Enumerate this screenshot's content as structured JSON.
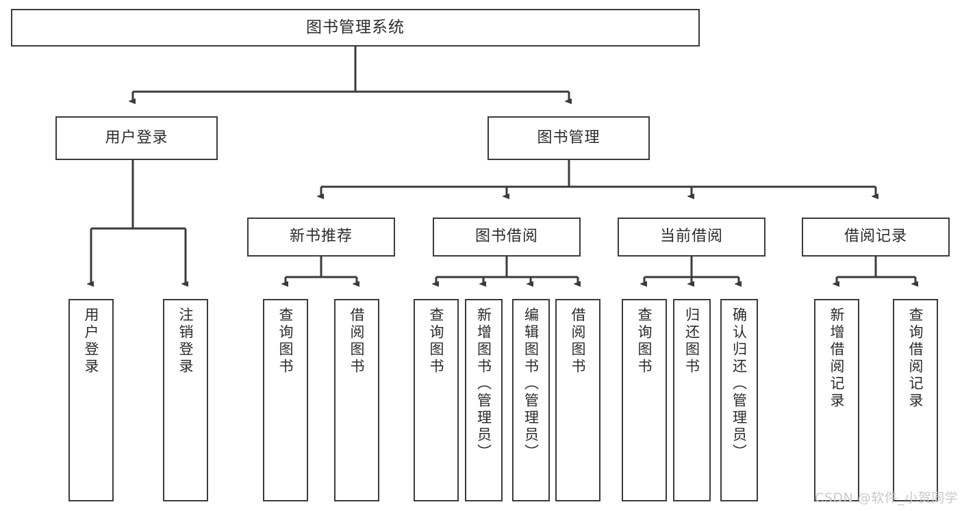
{
  "diagram": {
    "title": "图书管理系统",
    "type": "tree-hierarchy",
    "root": {
      "id": "root",
      "label": "图书管理系统"
    },
    "level2": [
      {
        "id": "user-login",
        "label": "用户登录"
      },
      {
        "id": "book-manage",
        "label": "图书管理"
      }
    ],
    "level3": [
      {
        "id": "new-book-rec",
        "label": "新书推荐",
        "parent": "book-manage"
      },
      {
        "id": "book-borrow",
        "label": "图书借阅",
        "parent": "book-manage"
      },
      {
        "id": "current-borrow",
        "label": "当前借阅",
        "parent": "book-manage"
      },
      {
        "id": "borrow-record",
        "label": "借阅记录",
        "parent": "book-manage"
      }
    ],
    "leaves": [
      {
        "id": "leaf-user-login",
        "label": "用户登录",
        "parent": "user-login"
      },
      {
        "id": "leaf-logout",
        "label": "注销登录",
        "parent": "user-login"
      },
      {
        "id": "leaf-query-book-1",
        "label": "查询图书",
        "parent": "new-book-rec"
      },
      {
        "id": "leaf-borrow-book-1",
        "label": "借阅图书",
        "parent": "new-book-rec"
      },
      {
        "id": "leaf-query-book-2",
        "label": "查询图书",
        "parent": "book-borrow"
      },
      {
        "id": "leaf-add-book",
        "label": "新增图书（管理员）",
        "parent": "book-borrow"
      },
      {
        "id": "leaf-edit-book",
        "label": "编辑图书（管理员）",
        "parent": "book-borrow"
      },
      {
        "id": "leaf-borrow-book-2",
        "label": "借阅图书",
        "parent": "book-borrow"
      },
      {
        "id": "leaf-query-book-3",
        "label": "查询图书",
        "parent": "current-borrow"
      },
      {
        "id": "leaf-return-book",
        "label": "归还图书",
        "parent": "current-borrow"
      },
      {
        "id": "leaf-confirm-return",
        "label": "确认归还（管理员）",
        "parent": "current-borrow"
      },
      {
        "id": "leaf-add-record",
        "label": "新增借阅记录",
        "parent": "borrow-record"
      },
      {
        "id": "leaf-query-record",
        "label": "查询借阅记录",
        "parent": "borrow-record"
      }
    ],
    "colors": {
      "border": "#3b3b3b",
      "text": "#2b2b2b",
      "background": "#ffffff",
      "watermark": "#c9c9c9"
    }
  },
  "watermark": {
    "text": "CSDN @软件_小贺同学"
  }
}
